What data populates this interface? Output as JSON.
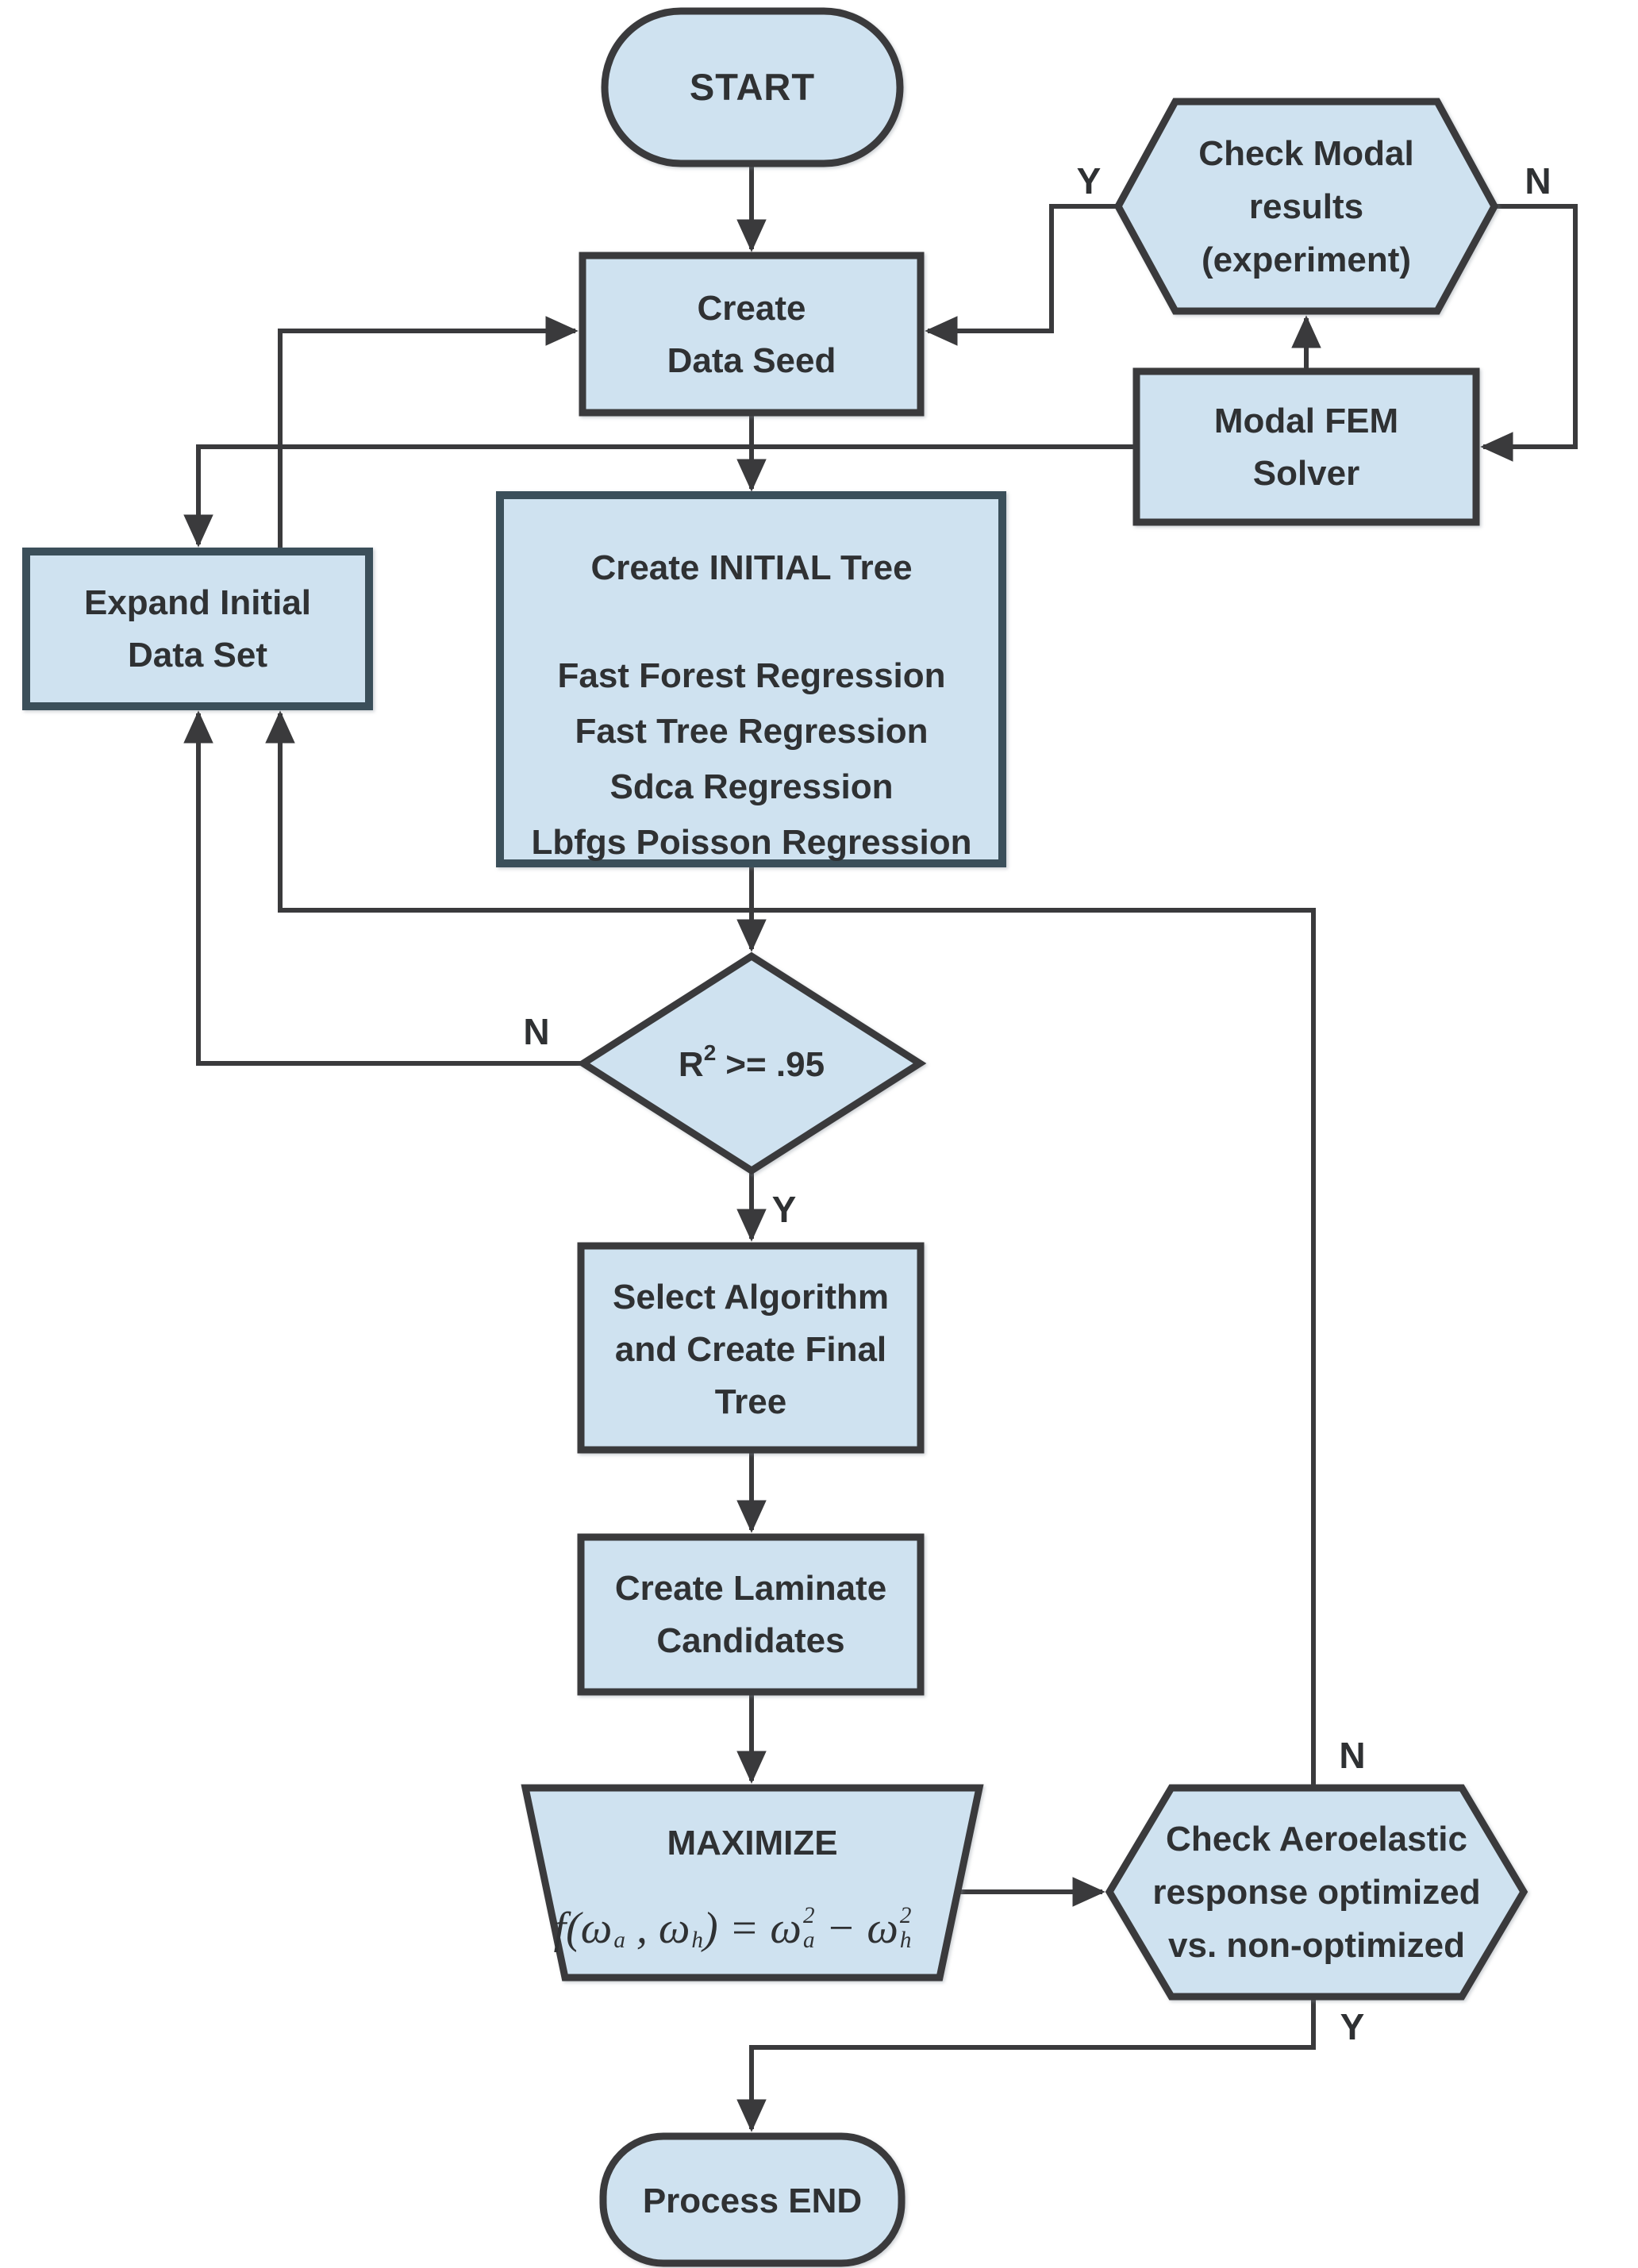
{
  "diagram": {
    "colors": {
      "node_fill": "#cfe2f0",
      "node_stroke": "#3a3a3c",
      "accent_stroke": "#3b4f5a",
      "connector": "#3a3a3c",
      "text": "#2f3133"
    },
    "nodes": {
      "start": {
        "type": "terminator",
        "label": "START"
      },
      "check_modal": {
        "type": "hexagon-decision",
        "lines": [
          "Check Modal",
          "results",
          "(experiment)"
        ]
      },
      "create_data_seed": {
        "type": "process",
        "lines": [
          "Create",
          "Data Seed"
        ]
      },
      "modal_fem_solver": {
        "type": "process",
        "lines": [
          "Modal FEM",
          "Solver"
        ]
      },
      "expand_data_set": {
        "type": "process",
        "lines": [
          "Expand Initial",
          "Data Set"
        ]
      },
      "create_initial_tree": {
        "type": "process",
        "title": "Create INITIAL Tree",
        "items": [
          "Fast Forest Regression",
          "Fast Tree Regression",
          "Sdca Regression",
          "Lbfgs Poisson Regression"
        ]
      },
      "r2_decision": {
        "type": "decision",
        "base": "R",
        "sup": "2",
        "rest": ">= .95"
      },
      "select_algorithm": {
        "type": "process",
        "lines": [
          "Select Algorithm",
          "and Create Final",
          "Tree"
        ]
      },
      "create_laminate": {
        "type": "process",
        "lines": [
          "Create Laminate",
          "Candidates"
        ]
      },
      "maximize": {
        "type": "trapezoid",
        "title": "MAXIMIZE",
        "formula": [
          {
            "base": "f(ω",
            "sub": "a"
          },
          {
            "base": " , ω",
            "sub": "h"
          },
          {
            "base": ") = ω",
            "sub": "a",
            "sup": "2"
          },
          {
            "base": " − ω",
            "sub": "h",
            "sup": "2"
          }
        ]
      },
      "check_aeroelastic": {
        "type": "hexagon-decision",
        "lines": [
          "Check Aeroelastic",
          "response optimized",
          "vs. non-optimized"
        ]
      },
      "process_end": {
        "type": "terminator",
        "label": "Process END"
      }
    },
    "edge_labels": {
      "check_modal_yes": "Y",
      "check_modal_no": "N",
      "r2_no": "N",
      "r2_yes": "Y",
      "aero_no": "N",
      "aero_yes": "Y"
    }
  }
}
